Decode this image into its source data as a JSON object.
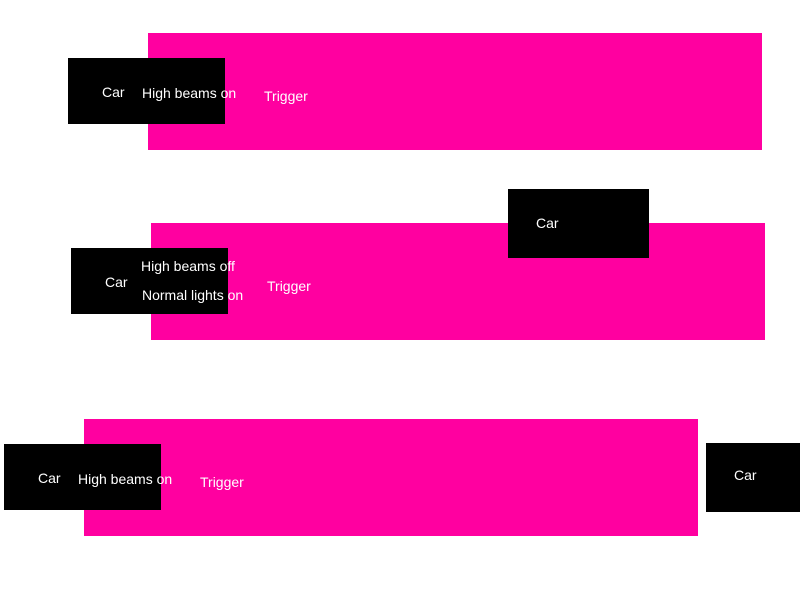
{
  "colors": {
    "trigger_zone": "#ff00a0",
    "car": "#000000",
    "text": "#ffffff",
    "background": "#ffffff"
  },
  "scenes": [
    {
      "trigger_label": "Trigger",
      "cars": [
        {
          "label": "Car",
          "status": "High beams on"
        }
      ]
    },
    {
      "trigger_label": "Trigger",
      "cars": [
        {
          "label": "Car",
          "status_lines": [
            "High beams off",
            "Normal lights on"
          ]
        },
        {
          "label": "Car"
        }
      ]
    },
    {
      "trigger_label": "Trigger",
      "cars": [
        {
          "label": "Car",
          "status": "High beams on"
        },
        {
          "label": "Car"
        }
      ]
    }
  ]
}
